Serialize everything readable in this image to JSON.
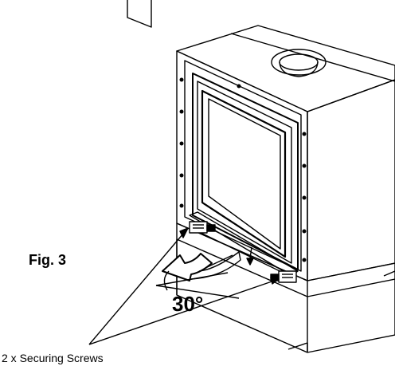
{
  "figure": {
    "label": "Fig. 3",
    "angle": "30°",
    "callout": "2 x Securing Screws"
  },
  "colors": {
    "line": "#000000",
    "background": "#ffffff"
  }
}
